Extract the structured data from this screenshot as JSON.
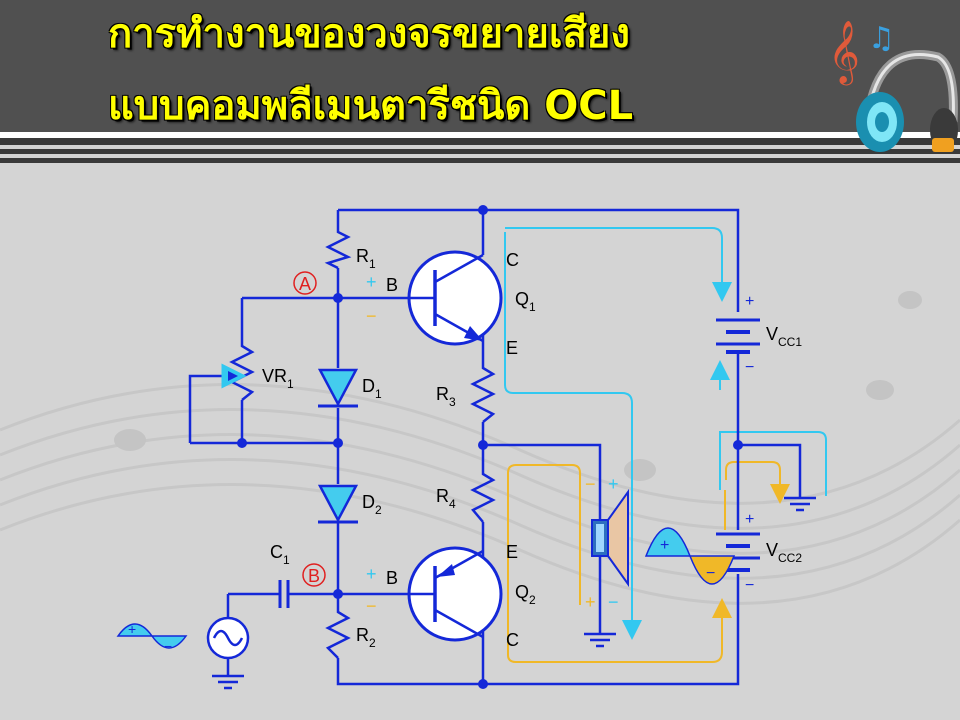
{
  "title": {
    "line1": "การทำงานของวงจรขยายเสียง",
    "line2": "แบบคอมพลีเมนตารีชนิด OCL"
  },
  "labels": {
    "r1": "R",
    "r1_sub": "1",
    "r2": "R",
    "r2_sub": "2",
    "r3": "R",
    "r3_sub": "3",
    "r4": "R",
    "r4_sub": "4",
    "vr1": "VR",
    "vr1_sub": "1",
    "d1": "D",
    "d1_sub": "1",
    "d2": "D",
    "d2_sub": "2",
    "c1": "C",
    "c1_sub": "1",
    "q1": "Q",
    "q1_sub": "1",
    "q2": "Q",
    "q2_sub": "2",
    "vcc1": "V",
    "vcc1_sub": "CC1",
    "vcc2": "V",
    "vcc2_sub": "CC2",
    "b": "B",
    "c": "C",
    "e": "E",
    "point_a": "A",
    "point_b": "B",
    "plus": "+",
    "minus": "−"
  },
  "colors": {
    "title_text": "#ffff00",
    "header_bg": "#505050",
    "wire": "#1428d8",
    "current_q1": "#32c8f0",
    "current_q2": "#f0b828",
    "point_marker": "#e02020",
    "signal_fill": "#44ccee"
  },
  "icons": {
    "logo": "music-headphones-icon",
    "ac_source": "ac-source-icon",
    "speaker": "speaker-icon"
  }
}
